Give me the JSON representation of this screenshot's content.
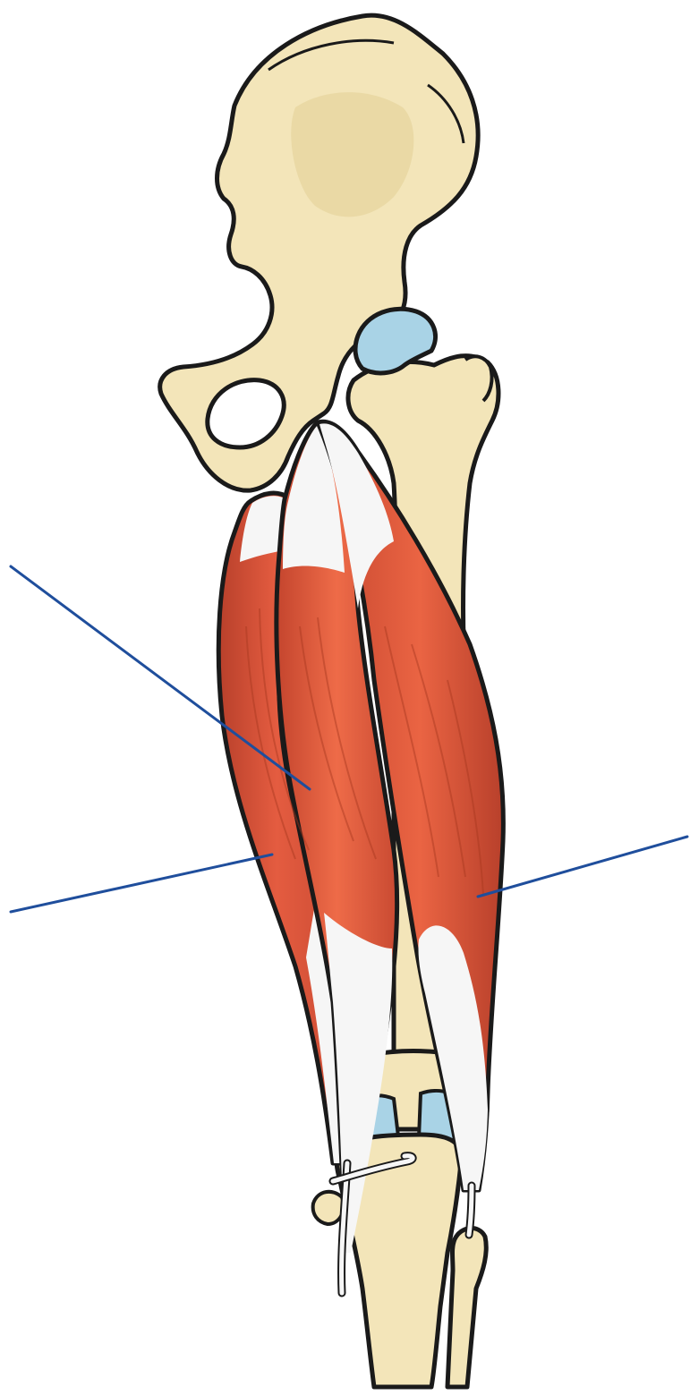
{
  "diagram": {
    "colors": {
      "background": "#ffffff",
      "bone": "#f3e5b9",
      "bone_shade": "#e2cf95",
      "outline": "#1a1a1a",
      "cartilage": "#a9d3e6",
      "muscle": "#d9553c",
      "muscle_dark": "#b8402b",
      "muscle_light": "#ee6b48",
      "tendon": "#f6f6f6",
      "leader_line": "#1f4e9c"
    },
    "leader_lines": [
      {
        "name": "leader-line-upper-left"
      },
      {
        "name": "leader-line-lower-left"
      },
      {
        "name": "leader-line-right"
      }
    ]
  }
}
